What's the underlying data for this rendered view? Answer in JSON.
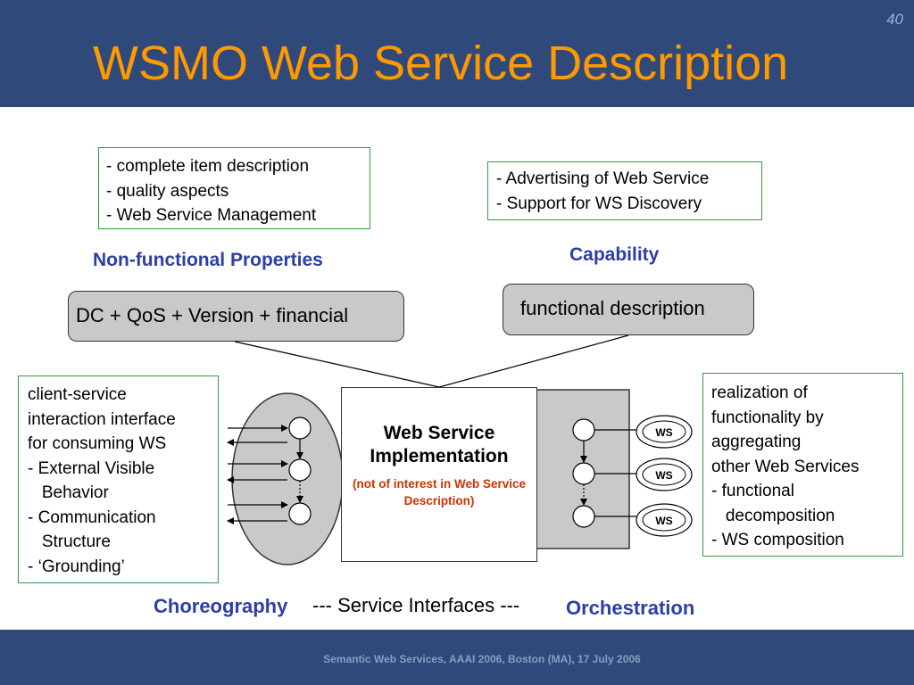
{
  "slide": {
    "title": "WSMO Web Service Description",
    "number": "40",
    "footer": "Semantic Web Services, AAAI 2006, Boston (MA), 17 July 2006"
  },
  "nfp_box": {
    "lines": [
      "- complete item description",
      "- quality aspects",
      "- Web Service Management"
    ]
  },
  "capability_box": {
    "lines": [
      "- Advertising of Web Service",
      "- Support for WS Discovery"
    ]
  },
  "labels": {
    "nfp": "Non-functional Properties",
    "capability": "Capability",
    "choreography": "Choreography",
    "service_interfaces": "--- Service Interfaces ---",
    "orchestration": "Orchestration"
  },
  "nfp_value": "DC + QoS + Version + financial",
  "capability_value": "functional description",
  "choreography_box": {
    "lines": [
      "client-service",
      "interaction interface",
      "for consuming WS",
      "- External Visible",
      "   Behavior",
      "- Communication",
      "   Structure",
      "- ‘Grounding’"
    ]
  },
  "orchestration_box": {
    "lines": [
      "realization of",
      "functionality by",
      "aggregating",
      "other Web Services",
      "- functional",
      "   decomposition",
      "- WS composition"
    ]
  },
  "implementation": {
    "title": "Web Service Implementation",
    "note": "(not of interest in Web Service Description)"
  },
  "ws_label": "WS",
  "colors": {
    "header_bg": "#2f4a7a",
    "title": "#ff9900",
    "label_blue": "#2b3fa5",
    "box_border": "#2e9b3f",
    "note_red": "#cc3300",
    "shape_gray": "#c9c9c9"
  }
}
